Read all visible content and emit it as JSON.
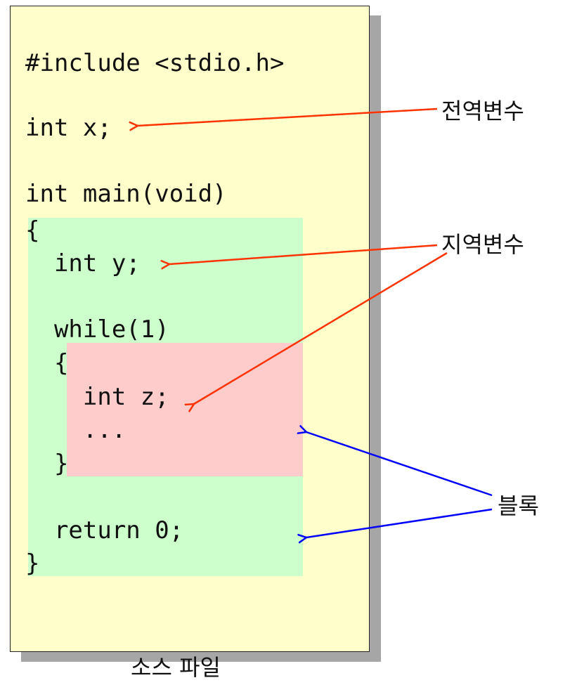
{
  "code_lines": [
    "#include <stdio.h>",
    "int x;",
    "int main(void)",
    "{",
    "  int y;",
    "  while(1)",
    "  {",
    "    int z;",
    "    ...",
    "  }",
    "  return 0;",
    "}"
  ],
  "labels": {
    "global_variable": "전역변수",
    "local_variable": "지역변수",
    "block": "블록"
  },
  "caption": "소스 파일",
  "colors": {
    "file_background": "#ffffcc",
    "main_block": "#ccffcc",
    "while_block": "#ffcccc",
    "variable_arrow": "#ff3300",
    "block_arrow": "#0000ff"
  }
}
